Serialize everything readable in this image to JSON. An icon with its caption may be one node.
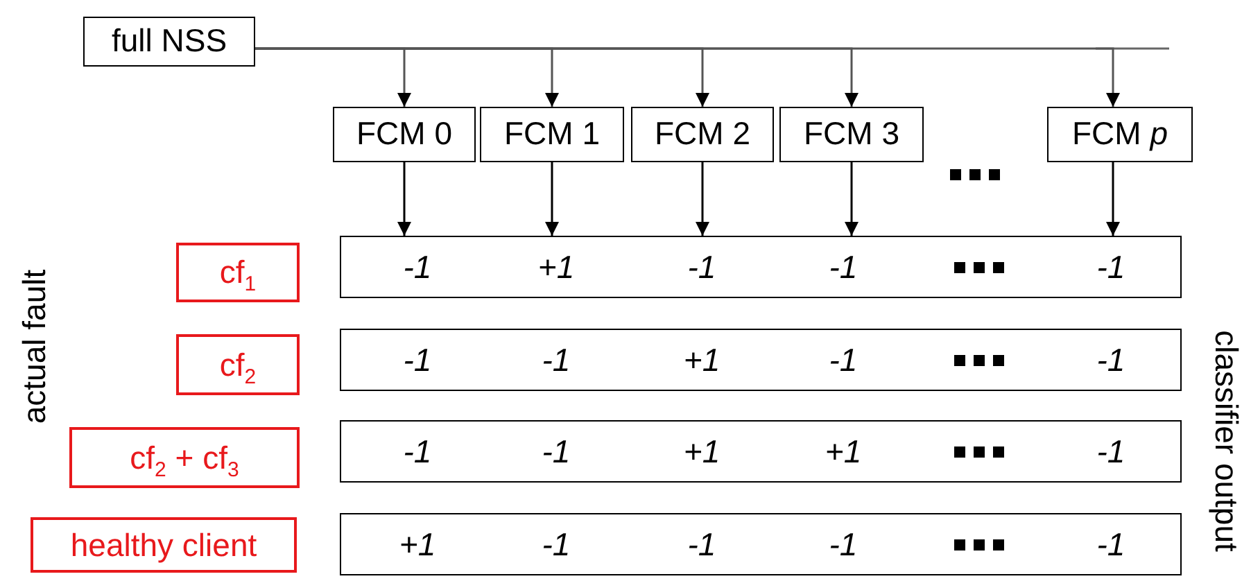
{
  "diagram": {
    "nodes": [
      {
        "text": [
          "full NSS"
        ]
      },
      {
        "text": [
          "FCM 0"
        ]
      },
      {
        "text": [
          "FCM 1"
        ]
      },
      {
        "text": [
          "FCM 2"
        ]
      },
      {
        "text": [
          "FCM 3"
        ]
      },
      {
        "text": [
          "FCM *p*"
        ]
      },
      {
        "text": [
          "cf$_{1}$"
        ]
      },
      {
        "text": [
          "-1",
          "+1",
          "-1",
          "-1",
          "-1"
        ]
      },
      {
        "text": [
          "cf$_{2}$"
        ]
      },
      {
        "text": [
          "-1",
          "-1",
          "+1",
          "-1",
          "-1"
        ]
      },
      {
        "text": [
          "cf$_{2}$ + cf$_{3}$"
        ]
      },
      {
        "text": [
          "-1",
          "-1",
          "+1",
          "+1",
          "-1"
        ]
      },
      {
        "text": [
          "healthy client"
        ]
      },
      {
        "text": [
          "+1",
          "-1",
          "-1",
          "-1",
          "-1"
        ]
      }
    ],
    "edges": [
      {
        "from": 0,
        "to": 1,
        "arrow": "to"
      },
      {
        "from": 0,
        "to": 2,
        "arrow": "to"
      },
      {
        "from": 0,
        "to": 3,
        "arrow": "to"
      },
      {
        "from": 0,
        "to": 4,
        "arrow": "to"
      },
      {
        "from": 0,
        "to": 5,
        "arrow": "to"
      },
      {
        "from": 1,
        "to": 7,
        "arrow": "to"
      },
      {
        "from": 2,
        "to": 7,
        "arrow": "to"
      },
      {
        "from": 3,
        "to": 7,
        "arrow": "to"
      },
      {
        "from": 4,
        "to": 7,
        "arrow": "to"
      },
      {
        "from": 5,
        "to": 7,
        "arrow": "to"
      }
    ],
    "labels": [
      "actual fault",
      "classifier output"
    ]
  }
}
